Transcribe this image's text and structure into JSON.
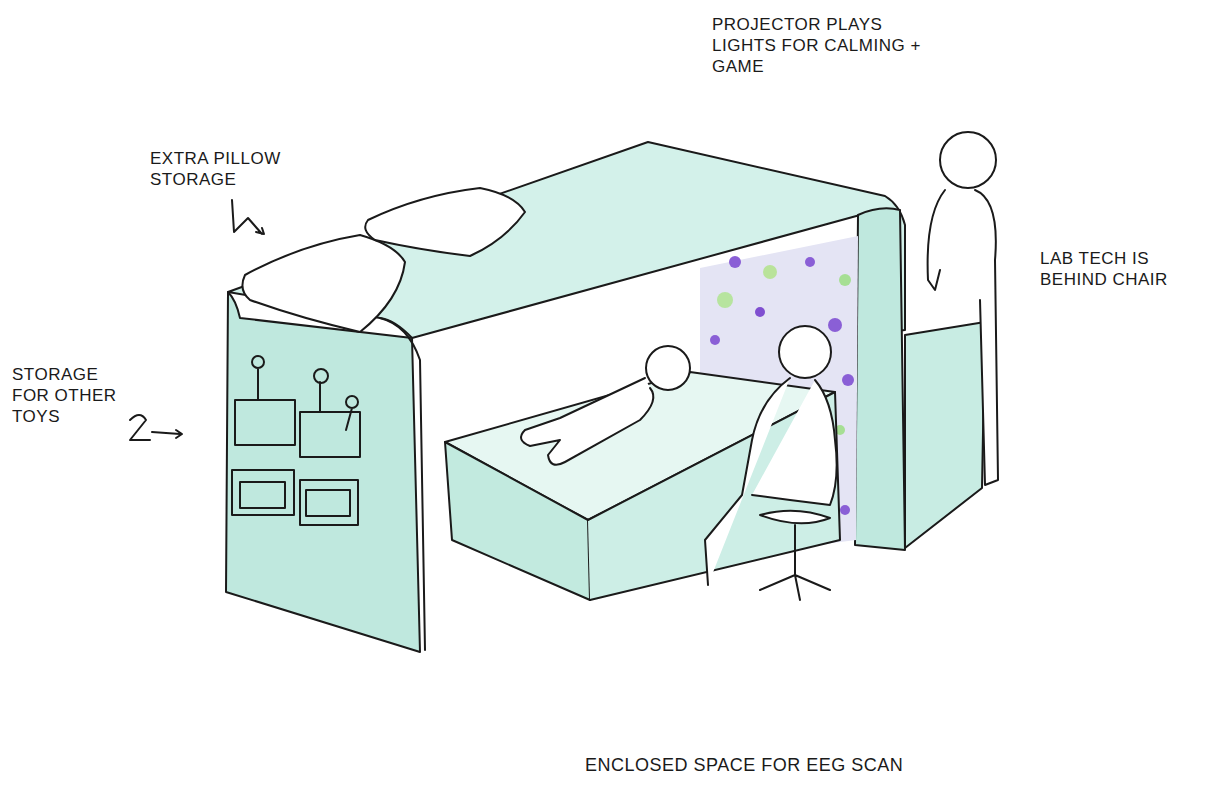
{
  "diagram": {
    "caption": "ENCLOSED SPACE FOR EEG SCAN",
    "labels": [
      "PROJECTOR PLAYS LIGHTS FOR CALMING + GAME",
      "EXTRA PILLOW STORAGE",
      "LAB TECH IS BEHIND CHAIR",
      "STORAGE FOR OTHER TOYS"
    ]
  }
}
